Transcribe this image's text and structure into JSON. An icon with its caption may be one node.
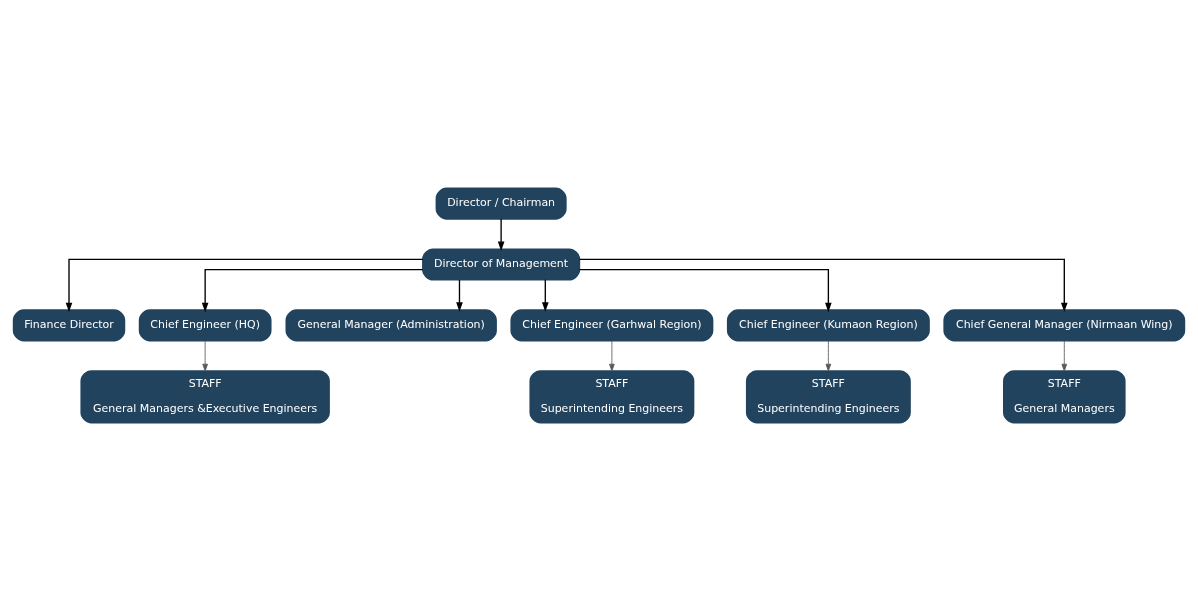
{
  "diagram": {
    "nodes": [
      {
        "text": [
          "Director / Chairman"
        ]
      },
      {
        "text": [
          "Director of Management"
        ]
      },
      {
        "text": [
          "Finance Director"
        ]
      },
      {
        "text": [
          "Chief Engineer (HQ)"
        ]
      },
      {
        "text": [
          "General Manager (Administration)"
        ]
      },
      {
        "text": [
          "Chief Engineer (Garhwal Region)"
        ]
      },
      {
        "text": [
          "Chief Engineer (Kumaon Region)"
        ]
      },
      {
        "text": [
          "Chief General Manager (Nirmaan Wing)"
        ]
      },
      {
        "text": [
          "STAFF",
          "General Managers &Executive Engineers"
        ]
      },
      {
        "text": [
          "STAFF",
          "Superintending Engineers"
        ]
      },
      {
        "text": [
          "STAFF",
          "Superintending Engineers"
        ]
      },
      {
        "text": [
          "STAFF",
          "General Managers"
        ]
      }
    ],
    "edges": [
      {
        "from": 0,
        "to": 1,
        "arrow": "to"
      },
      {
        "from": 1,
        "to": 2,
        "arrow": "to"
      },
      {
        "from": 1,
        "to": 3,
        "arrow": "to"
      },
      {
        "from": 1,
        "to": 4,
        "arrow": "to"
      },
      {
        "from": 1,
        "to": 5,
        "arrow": "to"
      },
      {
        "from": 1,
        "to": 6,
        "arrow": "to"
      },
      {
        "from": 1,
        "to": 7,
        "arrow": "to"
      },
      {
        "from": 3,
        "to": 8,
        "arrow": "to",
        "color": "#595959"
      },
      {
        "from": 5,
        "to": 9,
        "arrow": "to",
        "color": "#595959"
      },
      {
        "from": 6,
        "to": 10,
        "arrow": "to",
        "color": "#595959"
      },
      {
        "from": 7,
        "to": 11,
        "arrow": "to",
        "color": "#595959"
      }
    ]
  }
}
